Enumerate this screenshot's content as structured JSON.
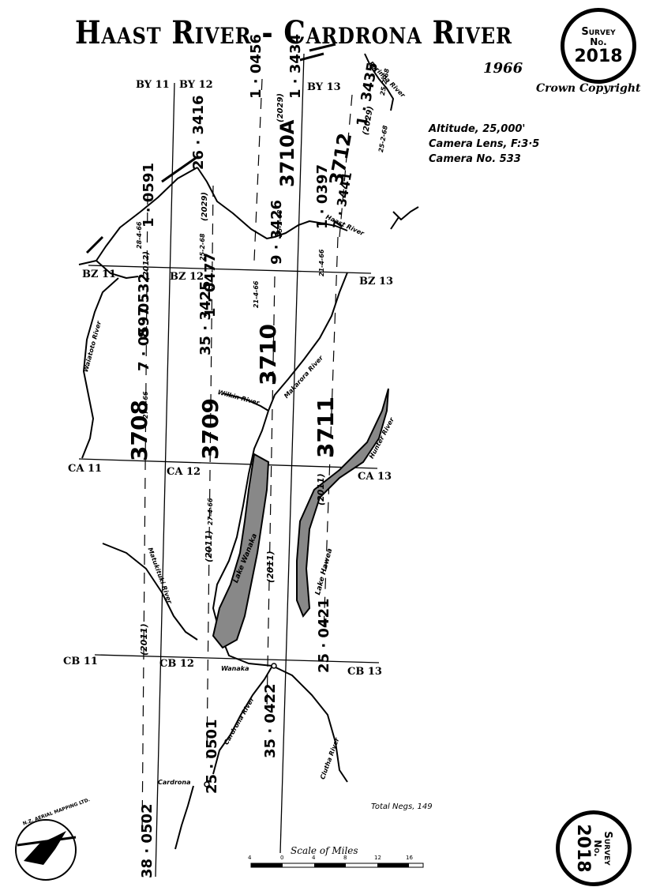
{
  "title": "Haast River - Cardrona River",
  "year": "1966",
  "copyright": "Crown Copyright",
  "badge": {
    "line1": "Survey",
    "line2": "No.",
    "number": "2018"
  },
  "specs": [
    "Altitude, 25,000'",
    "Camera Lens, F:3·5",
    "Camera No. 533"
  ],
  "total_negs": "Total Negs, 149",
  "scale_label": "Scale of Miles",
  "scale_ticks": [
    "4",
    "0",
    "4",
    "8",
    "12",
    "16"
  ],
  "logo_text": "N.Z. AERIAL MAPPING LTD.",
  "grid_labels": [
    "BY 11",
    "BY 12",
    "BY 13",
    "BZ 11",
    "BZ 12",
    "BZ 13",
    "CA 11",
    "CA 12",
    "CA 13",
    "CB 11",
    "CB 12",
    "CB 13"
  ],
  "run_numbers": [
    "3708",
    "3709",
    "3710",
    "3710A",
    "3711",
    "3712"
  ],
  "frame_labels": [
    {
      "top": "1",
      "bottom": "0591"
    },
    {
      "top": "8",
      "bottom": "0532"
    },
    {
      "top": "7",
      "bottom": "0597"
    },
    {
      "top": "26",
      "bottom": "3416"
    },
    {
      "top": "1",
      "bottom": "0477"
    },
    {
      "top": "35",
      "bottom": "3425"
    },
    {
      "top": "1",
      "bottom": "0456"
    },
    {
      "top": "1",
      "bottom": "3434"
    },
    {
      "top": "9",
      "bottom": "3426"
    },
    {
      "top": "1",
      "bottom": "0397"
    },
    {
      "top": "7",
      "bottom": "3441"
    },
    {
      "top": "1",
      "bottom": "3435"
    },
    {
      "top": "25",
      "bottom": "0421"
    },
    {
      "top": "35",
      "bottom": "0422"
    },
    {
      "top": "25",
      "bottom": "0501"
    },
    {
      "top": "38",
      "bottom": "0502"
    }
  ],
  "dates": [
    "28-4-66",
    "25-2-68",
    "27-4-66",
    "21-4-66",
    "25-2-68",
    "21-4-66",
    "27-4-66",
    "25-2-68",
    "25-2-68"
  ],
  "film_refs": [
    "(2012)",
    "(2029)",
    "(2029)",
    "(2029)",
    "(2011)",
    "(2011)",
    "(2011)",
    "(2011)"
  ],
  "place_names": [
    "Paringa River",
    "Haast River",
    "Waiatoto River",
    "Wilkin River",
    "Makarora River",
    "Hunter River",
    "Lake Wanaka",
    "Lake Hawea",
    "Matukituki River",
    "Wanaka",
    "Cardrona River",
    "Clutha River",
    "Cardrona"
  ]
}
